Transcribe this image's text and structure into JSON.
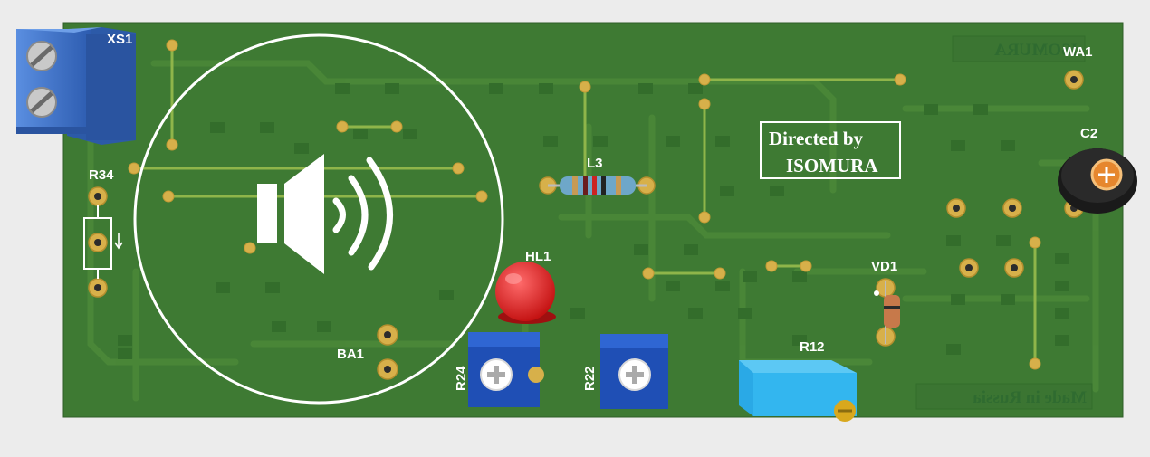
{
  "board": {
    "colors": {
      "pcb": "#3e7a33",
      "trace": "#4d8a3a",
      "silkscreen": "#ffffff",
      "pad": "#d7b04a",
      "terminal": "#3f74c9",
      "trimmer": "#1f4fb5",
      "trimmer_r12": "#33b6ef",
      "led": "#e11a1a",
      "background": "#ececec"
    },
    "labels": {
      "xs1": "XS1",
      "r34": "R34",
      "l3": "L3",
      "hl1": "HL1",
      "ba1": "BA1",
      "r24": "R24",
      "r22": "R22",
      "r12": "R12",
      "vd1": "VD1",
      "wa1": "WA1",
      "c2": "C2"
    },
    "credit": {
      "line1": "Directed by",
      "line2": "ISOMURA"
    },
    "bottom_mirrored": {
      "top": "ISOMURA",
      "bottom": "Made in Russia"
    },
    "icons": {
      "speaker": "speaker-icon",
      "arrow": "arrow-down-icon"
    }
  }
}
